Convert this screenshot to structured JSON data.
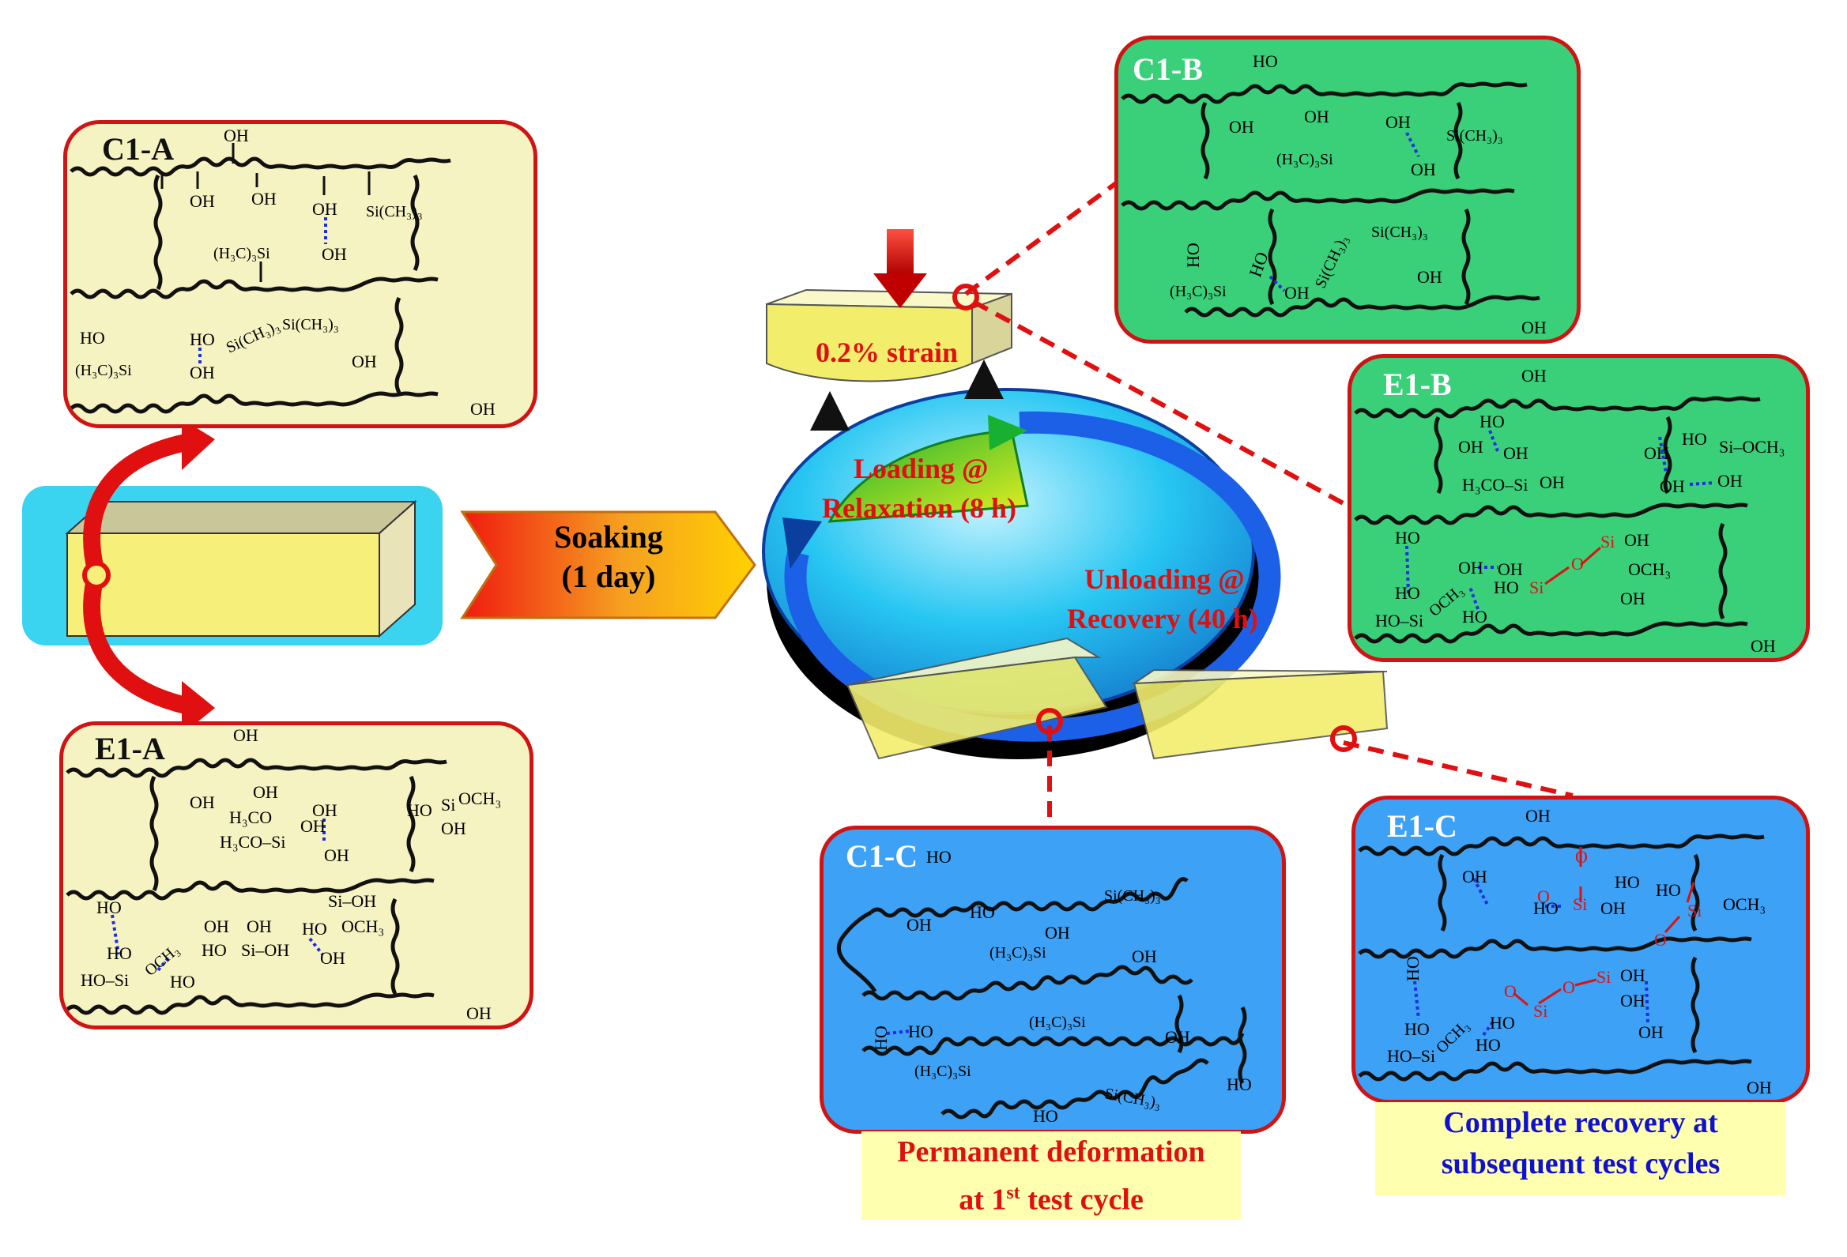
{
  "panels": {
    "c1a": {
      "label": "C1-A"
    },
    "e1a": {
      "label": "E1-A"
    },
    "c1b": {
      "label": "C1-B"
    },
    "e1b": {
      "label": "E1-B"
    },
    "c1c": {
      "label": "C1-C"
    },
    "e1c": {
      "label": "E1-C"
    }
  },
  "soaking": {
    "line1": "Soaking",
    "line2": "(1 day)"
  },
  "cycle": {
    "strain": "0.2% strain",
    "loading_line1": "Loading @",
    "loading_line2": "Relaxation (8 h)",
    "unloading_line1": "Unloading @",
    "unloading_line2": "Recovery (40 h)"
  },
  "captions": {
    "c1c_line1": "Permanent deformation",
    "c1c_line2_pre": "at 1",
    "c1c_line2_sup": "st",
    "c1c_line2_post": " test cycle",
    "e1c_line1": "Complete recovery at",
    "e1c_line2": "subsequent test cycles"
  },
  "chem": {
    "oh": "OH",
    "ho": "HO",
    "tms_left": "(H₃C)₃Si",
    "tms_right": "Si(CH₃)₃",
    "si": "Si",
    "o": "O",
    "och3": "OCH₃",
    "h3co": "H₃CO",
    "h3co_si": "H₃CO–Si",
    "si_oh": "Si–OH",
    "ho_si": "HO–Si",
    "si_och3": "Si–OCH₃"
  },
  "colors": {
    "panel_border": "#d01414",
    "panel_yellow": "#f5f3c2",
    "panel_green": "#3ad07a",
    "panel_blue": "#3da1f5",
    "h_bond": "#1d2ee0",
    "covalent_red": "#e01010",
    "caption_bg": "#ffffb0",
    "caption_red": "#e01010",
    "caption_blue": "#1010d0",
    "sample_bg": "#3ad4f0"
  }
}
